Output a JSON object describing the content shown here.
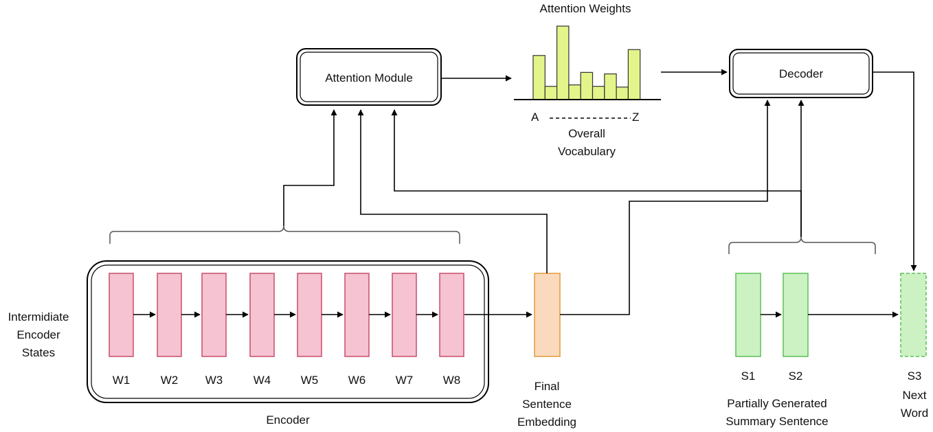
{
  "attention_module": {
    "label": "Attention Module"
  },
  "decoder": {
    "label": "Decoder"
  },
  "attention_weights": {
    "title": "Attention Weights",
    "bars": [
      0.6,
      0.18,
      1.0,
      0.2,
      0.37,
      0.18,
      0.35,
      0.17,
      0.68
    ],
    "fill_color": "#e3f58a",
    "axis_start": "A",
    "axis_end": "Z",
    "vocab_label": [
      "Overall",
      "Vocabulary"
    ]
  },
  "encoder": {
    "label": "Encoder",
    "words": [
      "W1",
      "W2",
      "W3",
      "W4",
      "W5",
      "W6",
      "W7",
      "W8"
    ],
    "fill_color": "#f5c3d1",
    "border_color": "#c94c6b"
  },
  "side_label": [
    "Intermidiate",
    "Encoder",
    "States"
  ],
  "embedding": {
    "label": [
      "Final",
      "Sentence",
      "Embedding"
    ],
    "fill_color": "#fad9bd",
    "border_color": "#e39a3a"
  },
  "summary": {
    "words": [
      "S1",
      "S2"
    ],
    "label": [
      "Partially Generated",
      "Summary Sentence"
    ],
    "fill_color": "#ccf2c4",
    "border_color": "#5cbf55"
  },
  "next_word": {
    "label": [
      "S3",
      "Next",
      "Word"
    ],
    "fill_color": "#ccf2c4",
    "border_color": "#5cbf55"
  }
}
